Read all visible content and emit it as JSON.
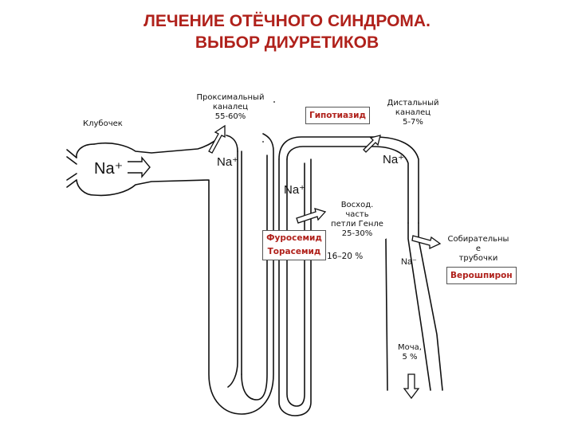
{
  "title": {
    "line1": "ЛЕЧЕНИЕ ОТЁЧНОГО СИНДРОМА.",
    "line2": "ВЫБОР  ДИУРЕТИКОВ"
  },
  "labels": {
    "glomerulus": "Клубочек",
    "proximal_1": "Проксимальный",
    "proximal_2": "каналец",
    "proximal_pct": "55-60%",
    "distal_1": "Дистальный",
    "distal_2": "каналец",
    "distal_pct": "5-7%",
    "loop_1": "Восход.",
    "loop_2": "часть",
    "loop_3": "петли Генле",
    "loop_pct": "25-30%",
    "loop_old": "16–20 %",
    "collecting_1": "Собирательны",
    "collecting_2": "е",
    "collecting_3": "трубочки",
    "urine_1": "Моча,",
    "urine_2": "5 %"
  },
  "ions": {
    "na_big": "Na⁺",
    "na_proximal": "Na⁺",
    "na_loop": "Na⁺",
    "na_distal": "Na⁺",
    "na_collecting": "Na⁻"
  },
  "drugs": {
    "thiazide": "Гипотиазид",
    "loop_1": "Фуросемид",
    "loop_2": "Торасемид",
    "spironolactone": "Верошпирон"
  },
  "colors": {
    "accent": "#b0211b",
    "line": "#111111"
  }
}
